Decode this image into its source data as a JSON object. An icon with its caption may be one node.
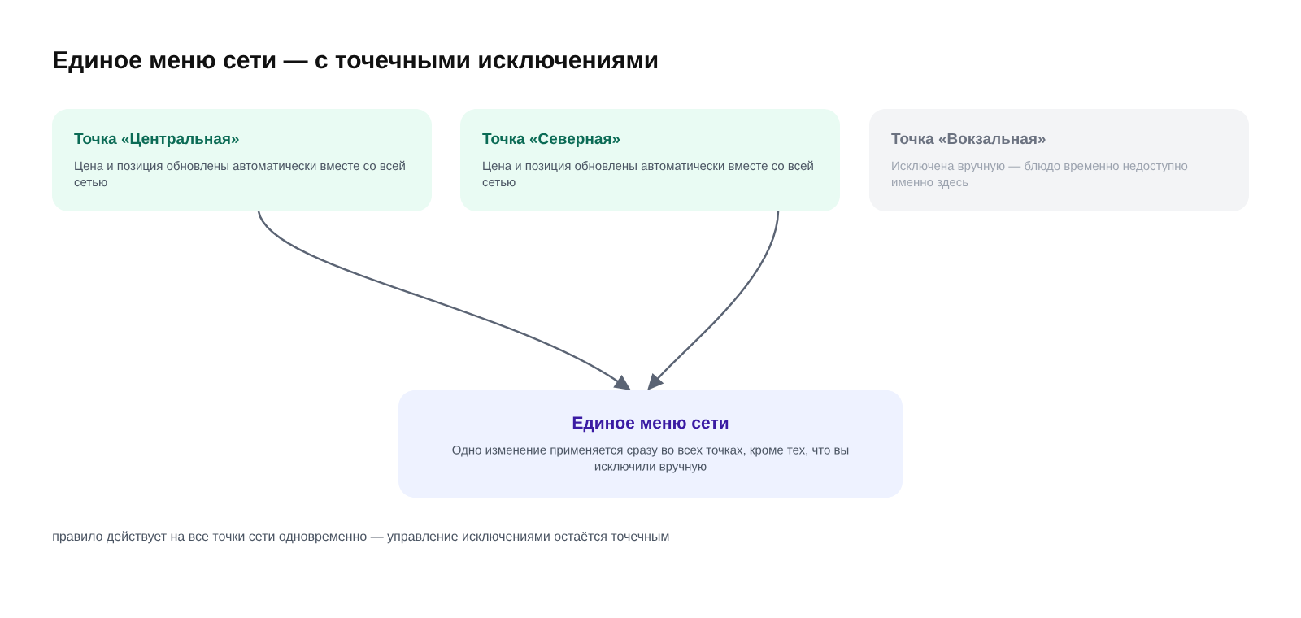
{
  "diagram": {
    "title": "Единое меню сети — с точечными исключениями",
    "nodes": [
      {
        "text": [
          "Точка «Центральная»",
          "Цена и позиция обновлены автоматически вместе со всей сетью"
        ]
      },
      {
        "text": [
          "Точка «Северная»",
          "Цена и позиция обновлены автоматически вместе со всей сетью"
        ]
      },
      {
        "text": [
          "Точка «Вокзальная»",
          "Исключена вручную — блюдо временно недоступно именно здесь"
        ]
      },
      {
        "text": [
          "Единое меню сети",
          "Одно изменение применяется сразу во всех точках, кроме тех, что вы исключили вручную"
        ]
      }
    ],
    "edges": [
      {
        "from": 0,
        "to": 3,
        "arrow": "to"
      },
      {
        "from": 1,
        "to": 3,
        "arrow": "to"
      }
    ],
    "caption": "правило действует на все точки сети одновременно — управление исключениями остаётся точечным"
  }
}
